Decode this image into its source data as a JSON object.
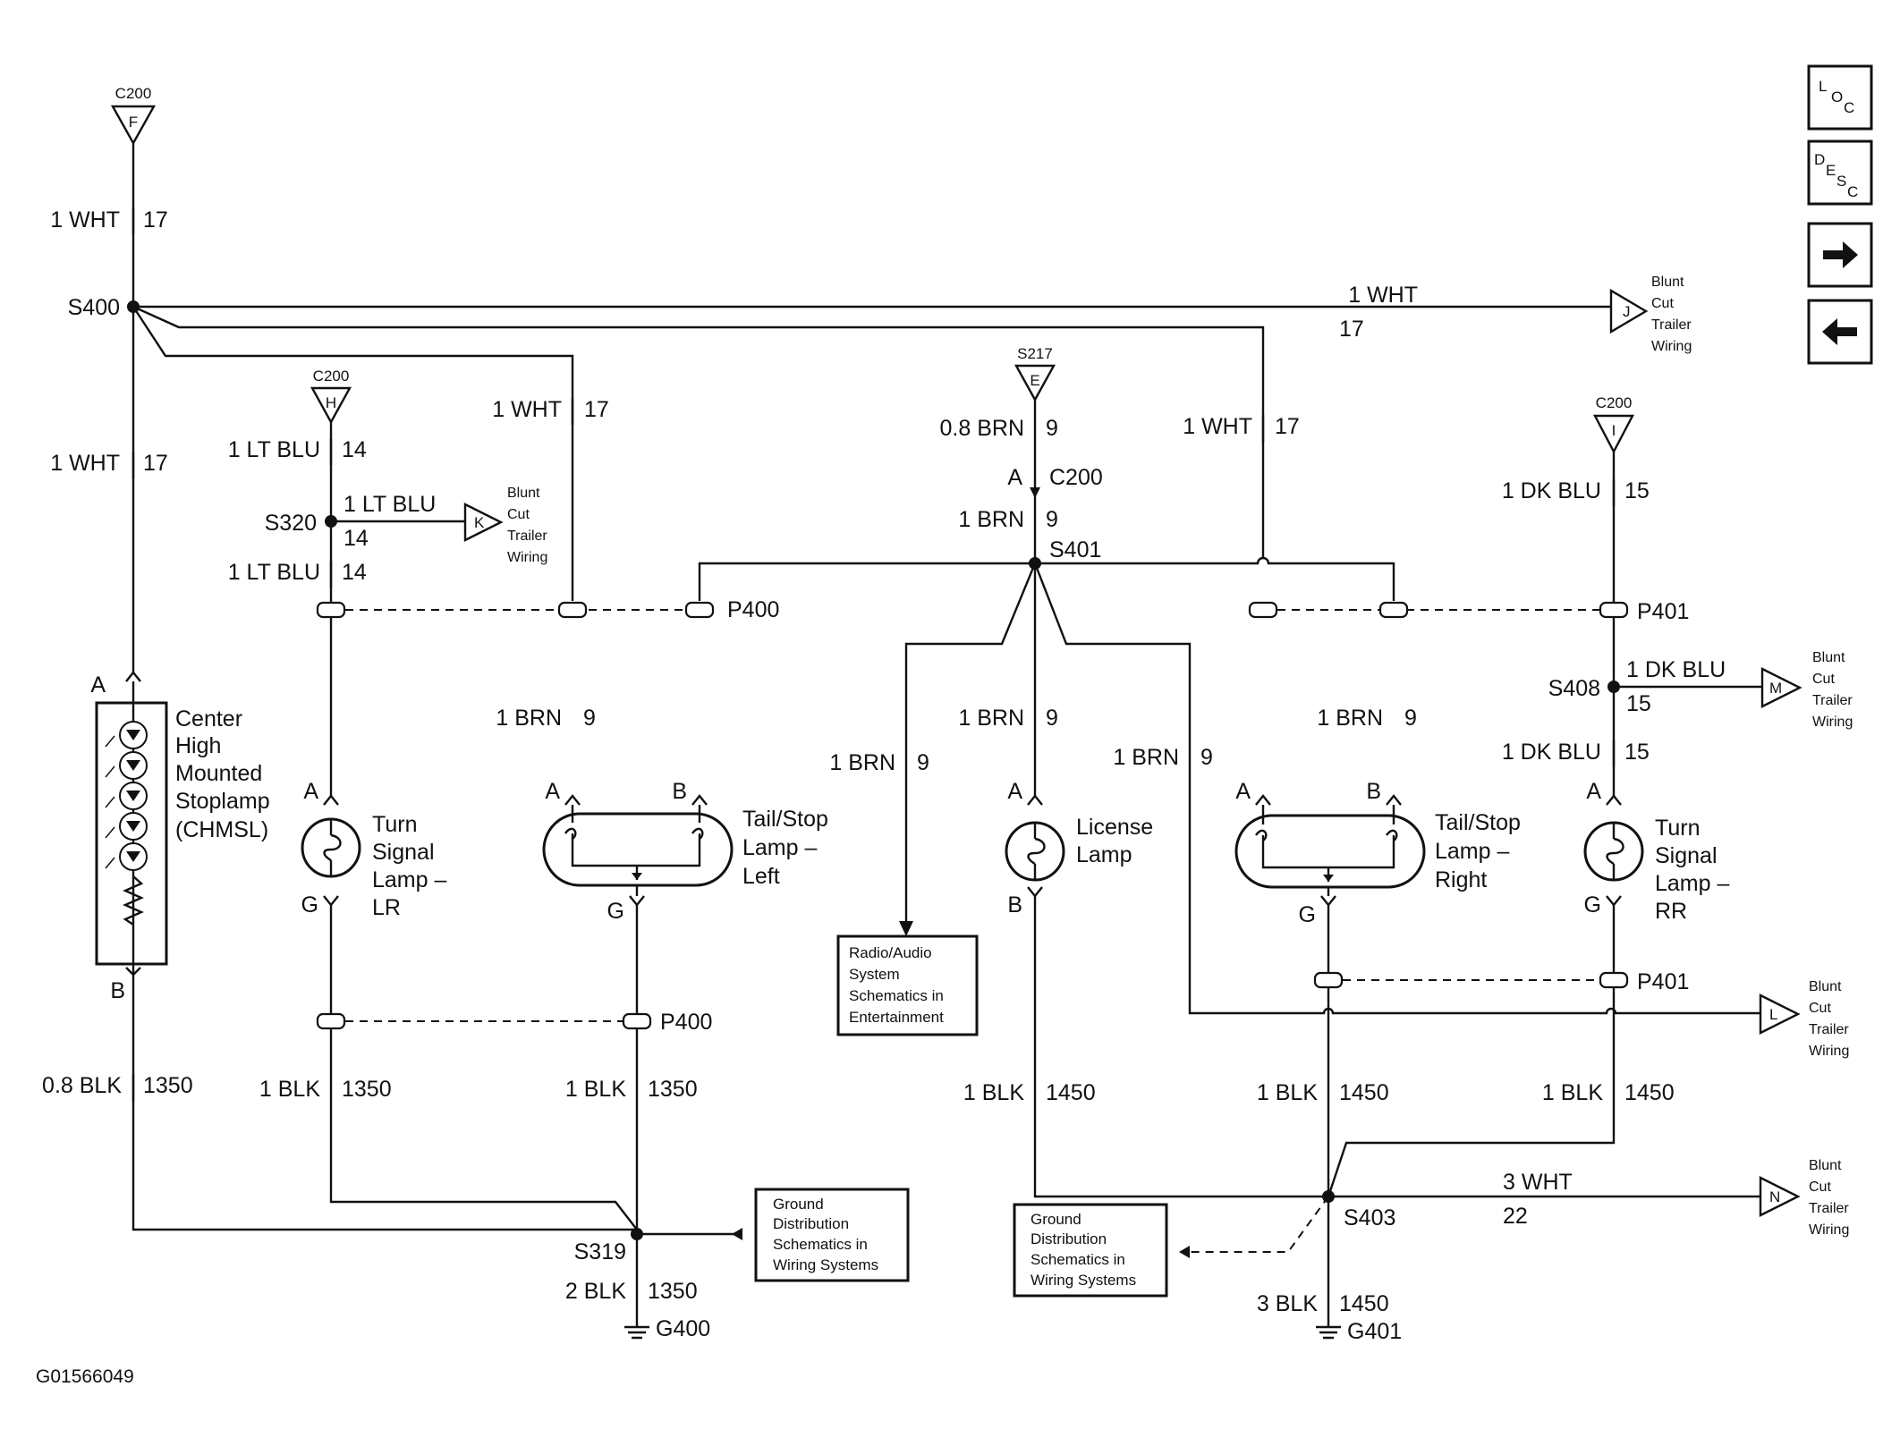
{
  "figure_id": "G01566049",
  "connectors": {
    "c200_f": {
      "name": "C200",
      "pin": "F"
    },
    "c200_h": {
      "name": "C200",
      "pin": "H"
    },
    "s217_e": {
      "name": "S217",
      "pin": "E"
    },
    "c200_i": {
      "name": "C200",
      "pin": "I"
    },
    "c200_inline": "C200",
    "p400": "P400",
    "p401": "P401"
  },
  "splices": {
    "s400": "S400",
    "s320": "S320",
    "s401": "S401",
    "s408": "S408",
    "s319": "S319",
    "s403": "S403"
  },
  "grounds": {
    "g400": "G400",
    "g401": "G401"
  },
  "wires": {
    "wht_1": "1 WHT",
    "wht_3": "3 WHT",
    "wht_ckt": "17",
    "wht_ckt_22": "22",
    "lt_blu": "1 LT BLU",
    "lt_blu_ckt": "14",
    "dk_blu": "1 DK BLU",
    "dk_blu_ckt": "15",
    "brn_08": "0.8 BRN",
    "brn_1": "1 BRN",
    "brn_ckt": "9",
    "blk_08": "0.8 BLK",
    "blk_1": "1 BLK",
    "blk_2": "2 BLK",
    "blk_3": "3 BLK",
    "blk_ckt_1350": "1350",
    "blk_ckt_1450": "1450"
  },
  "pins": {
    "a": "A",
    "b": "B",
    "g": "G"
  },
  "trailer_wiring": {
    "line1": "Blunt",
    "line2": "Cut",
    "line3": "Trailer",
    "line4": "Wiring",
    "j": "J",
    "k": "K",
    "m": "M",
    "l": "L",
    "n": "N"
  },
  "components": {
    "chmsl": [
      "Center",
      "High",
      "Mounted",
      "Stoplamp",
      "(CHMSL)"
    ],
    "turn_lr": [
      "Turn",
      "Signal",
      "Lamp –",
      "LR"
    ],
    "tail_left": [
      "Tail/Stop",
      "Lamp –",
      "Left"
    ],
    "license": [
      "License",
      "Lamp"
    ],
    "tail_right": [
      "Tail/Stop",
      "Lamp –",
      "Right"
    ],
    "turn_rr": [
      "Turn",
      "Signal",
      "Lamp –",
      "RR"
    ]
  },
  "references": {
    "radio": [
      "Radio/Audio",
      "System",
      "Schematics in",
      "Entertainment"
    ],
    "ground_1": [
      "Ground",
      "Distribution",
      "Schematics in",
      "Wiring Systems"
    ],
    "ground_2": [
      "Ground",
      "Distribution",
      "Schematics in",
      "Wiring Systems"
    ]
  },
  "nav": {
    "loc": {
      "l1": "L",
      "l2": "O",
      "l3": "C"
    },
    "desc": {
      "l1": "D",
      "l2": "E",
      "l3": "S",
      "l4": "C"
    },
    "next_icon": "arrow-right-icon",
    "prev_icon": "arrow-left-icon"
  }
}
